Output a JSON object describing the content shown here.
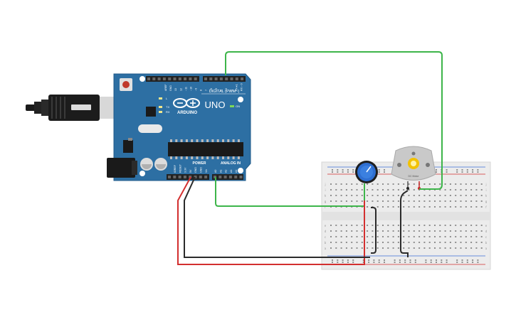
{
  "board": {
    "brand": "ARDUINO",
    "model": "UNO",
    "digital_header": "DIGITAL (PWM~)",
    "power_label": "POWER",
    "analog_label": "ANALOG IN",
    "on_label": "ON",
    "tx_label": "TX",
    "rx_label": "RX",
    "l_label": "L",
    "digital_pins": [
      "AREF",
      "GND",
      "13",
      "12",
      "~11",
      "~10",
      "~9",
      "8",
      "7",
      "~6",
      "~5",
      "4",
      "~3",
      "2",
      "TX➔1",
      "RX←0"
    ],
    "power_pins": [
      "IOREF",
      "RESET",
      "3.3V",
      "5V",
      "GND",
      "GND",
      "Vin"
    ],
    "analog_pins": [
      "A0",
      "A1",
      "A2",
      "A3",
      "A4",
      "A5"
    ]
  },
  "motor": {
    "label": "DC Motor"
  },
  "breadboard": {
    "row_letters_top": [
      "j",
      "i",
      "h",
      "g",
      "f"
    ],
    "row_letters_bottom": [
      "e",
      "d",
      "c",
      "b",
      "a"
    ]
  },
  "wires": {
    "signal_color": "#3db54a",
    "power_color": "#d32f2f",
    "ground_color": "#2b2b2b"
  },
  "colors": {
    "board": "#2d6fa3",
    "board_edge": "#1f5a88",
    "breadboard": "#ececec"
  }
}
